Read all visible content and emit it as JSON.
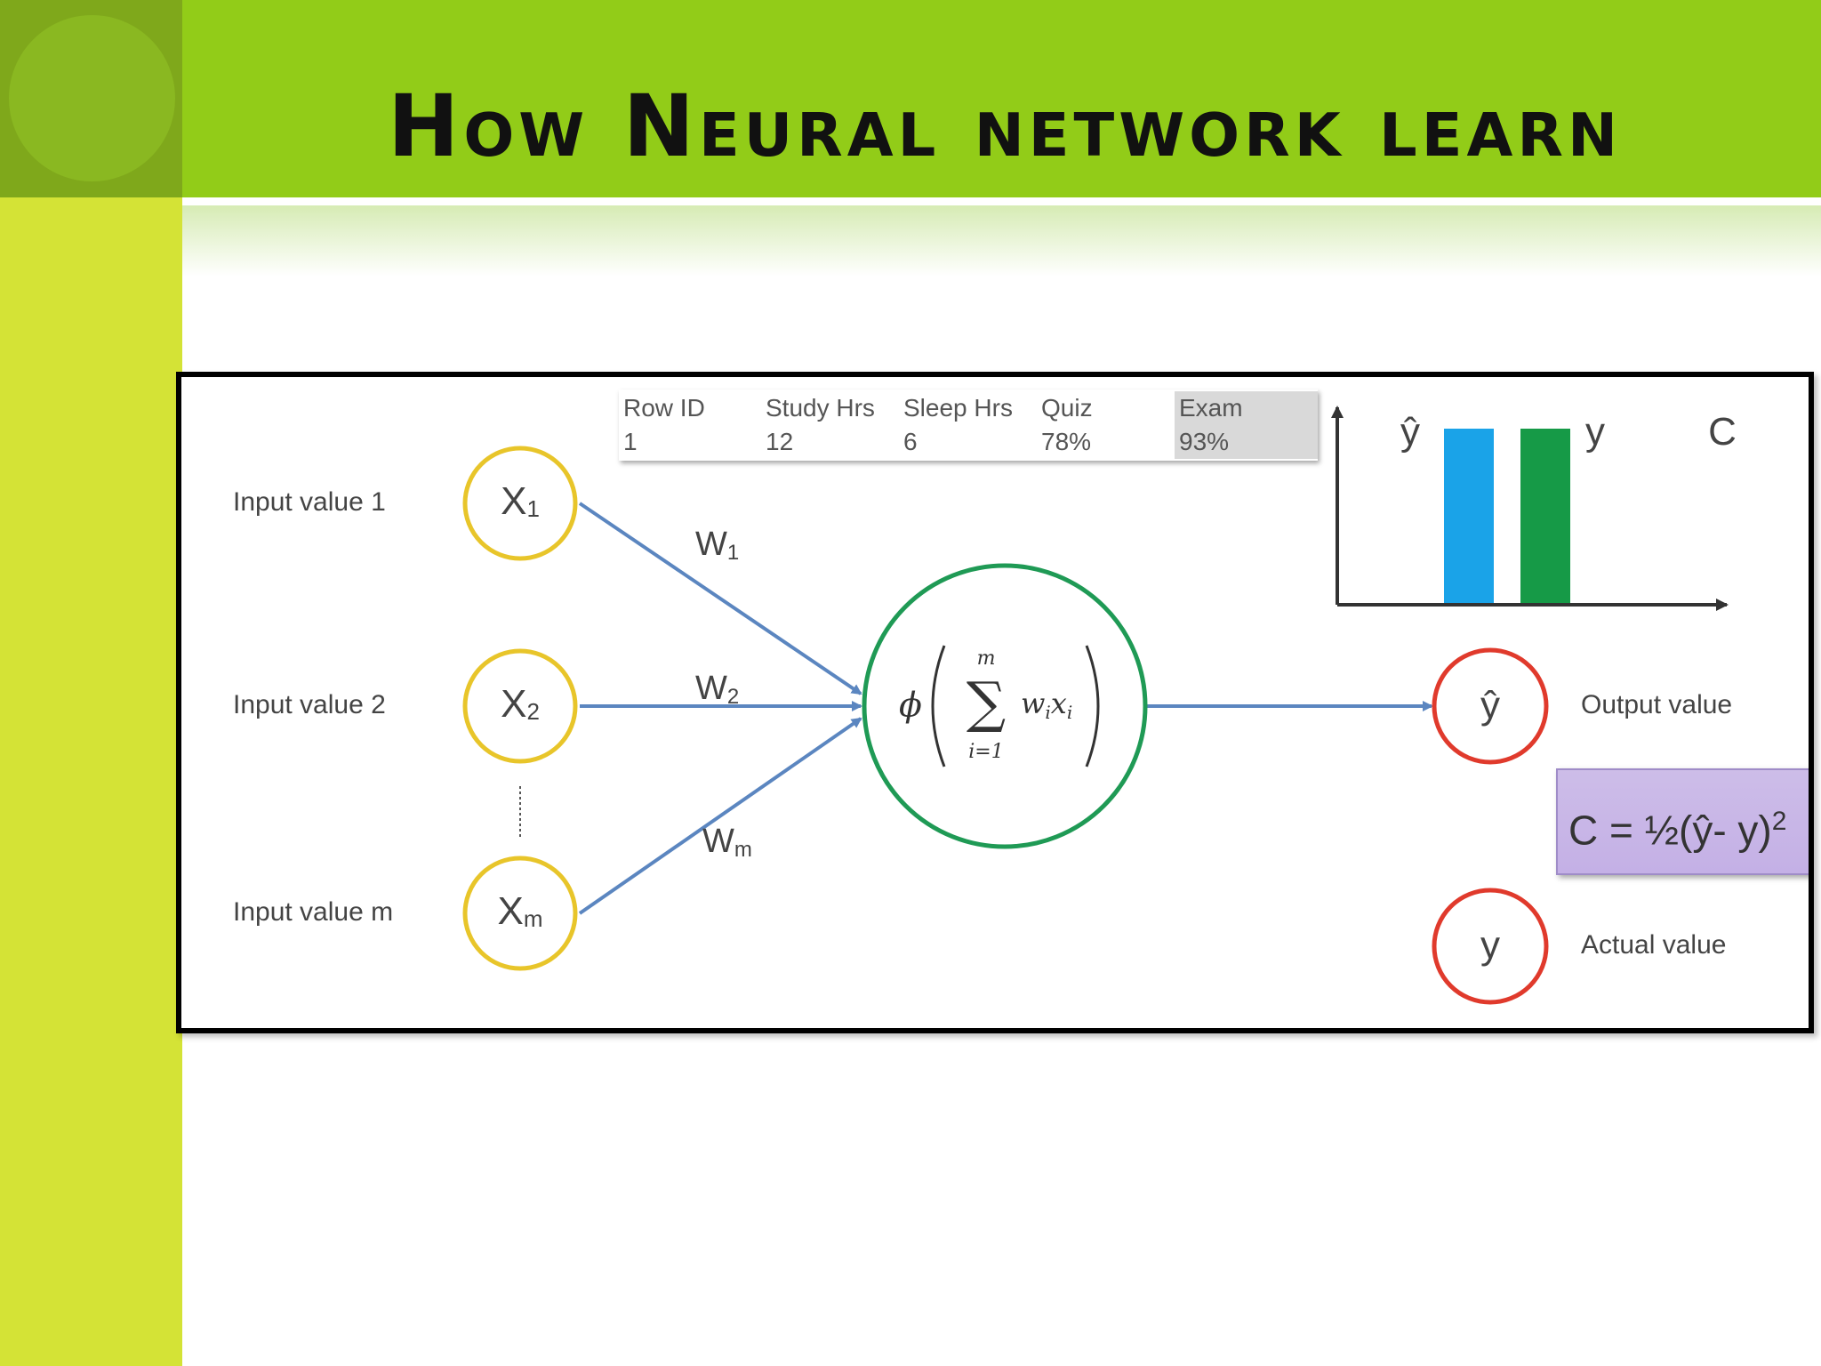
{
  "slide": {
    "title": "How Neural network learn"
  },
  "diagram": {
    "inputs": [
      {
        "label": "Input value 1",
        "node": "X",
        "sub": "1"
      },
      {
        "label": "Input value 2",
        "node": "X",
        "sub": "2"
      },
      {
        "label": "Input value m",
        "node": "X",
        "sub": "m"
      }
    ],
    "weights": [
      {
        "symbol": "W",
        "sub": "1"
      },
      {
        "symbol": "W",
        "sub": "2"
      },
      {
        "symbol": "W",
        "sub": "m"
      }
    ],
    "neuron": {
      "phi": "ϕ",
      "sum_upper": "m",
      "sum_lower": "i=1",
      "term": "w",
      "term_sub": "i",
      "term2": "x",
      "term2_sub": "i"
    },
    "output": {
      "node": "ŷ",
      "label": "Output value"
    },
    "actual": {
      "node": "y",
      "label": "Actual value"
    },
    "cost_formula": {
      "text": "C = ½(ŷ- y)",
      "power": "2"
    },
    "mini_chart": {
      "yhat_label": "ŷ",
      "y_label": "y",
      "c_label": "C",
      "bar_colors": [
        "#1aa3e8",
        "#169a47"
      ]
    },
    "table": {
      "headers": [
        "Row ID",
        "Study Hrs",
        "Sleep Hrs",
        "Quiz",
        "Exam"
      ],
      "row": [
        "1",
        "12",
        "6",
        "78%",
        "93%"
      ]
    },
    "colors": {
      "input_ring": "#e8c52a",
      "neuron_ring": "#1f9a55",
      "output_ring": "#e03a2c",
      "arrow": "#5b86c0"
    }
  }
}
